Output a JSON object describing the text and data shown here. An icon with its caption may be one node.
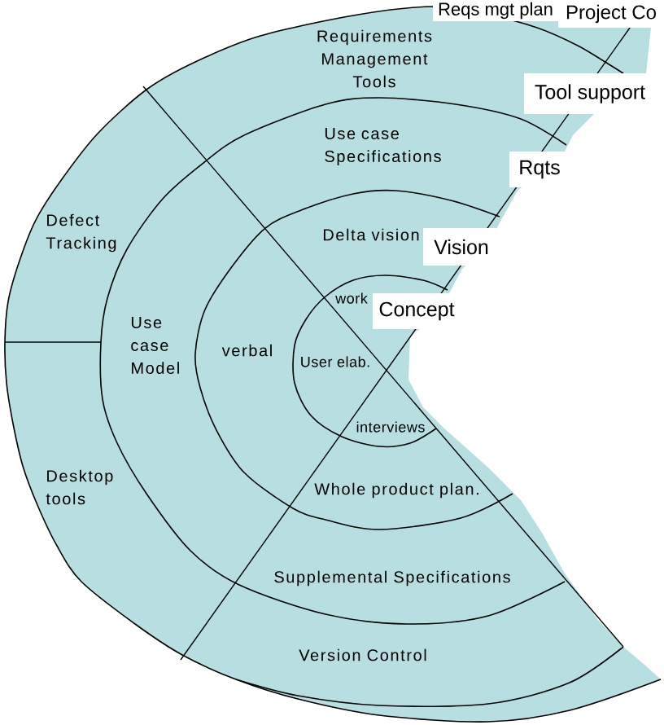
{
  "diagram": {
    "labels": [
      "Reqs mgt plan",
      "Project Co",
      "Requirements Management Tools",
      "Tool support",
      "Use case Specifications",
      "Rqts",
      "Defect Tracking",
      "Delta vision",
      "Vision",
      "work",
      "Concept",
      "Use case Model",
      "verbal",
      "User elab.",
      "interviews",
      "Desktop tools",
      "Whole product plan.",
      "Supplemental Specifications",
      "Version Control"
    ]
  }
}
